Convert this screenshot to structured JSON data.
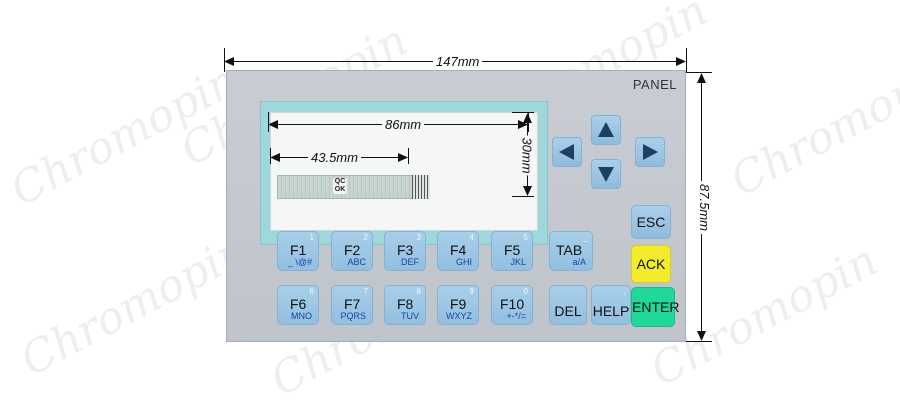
{
  "watermark": "Chromopin",
  "dimensions": {
    "width": "147mm",
    "height": "87.5mm",
    "display_width": "86mm",
    "display_height": "30mm",
    "ribbon_width": "43.5mm"
  },
  "panel": {
    "label": "PANEL",
    "qc_line1": "QC",
    "qc_line2": "OK"
  },
  "keys_row1": [
    {
      "main": "F1",
      "sub": "_ \\@#",
      "num": "1"
    },
    {
      "main": "F2",
      "sub": "ABC",
      "num": "2"
    },
    {
      "main": "F3",
      "sub": "DEF",
      "num": "3"
    },
    {
      "main": "F4",
      "sub": "GHI",
      "num": "4"
    },
    {
      "main": "F5",
      "sub": "JKL",
      "num": "5"
    },
    {
      "main": "TAB",
      "sub": "a/A",
      "num": "_"
    }
  ],
  "keys_row2": [
    {
      "main": "F6",
      "sub": "MNO",
      "num": "6"
    },
    {
      "main": "F7",
      "sub": "PQRS",
      "num": "7"
    },
    {
      "main": "F8",
      "sub": "TUV",
      "num": "8"
    },
    {
      "main": "F9",
      "sub": "WXYZ",
      "num": "9"
    },
    {
      "main": "F10",
      "sub": "+-*/=",
      "num": "0"
    },
    {
      "main": "DEL",
      "sub": "",
      "num": ""
    },
    {
      "main": "HELP",
      "sub": "",
      "num": ","
    }
  ],
  "side_keys": {
    "esc": "ESC",
    "ack": "ACK",
    "enter": "ENTER"
  },
  "colors": {
    "key_blue": "#9cc7e5",
    "ack_yellow": "#f2ec2d",
    "enter_green": "#22d79a",
    "display_frame": "#9fd8dc"
  }
}
